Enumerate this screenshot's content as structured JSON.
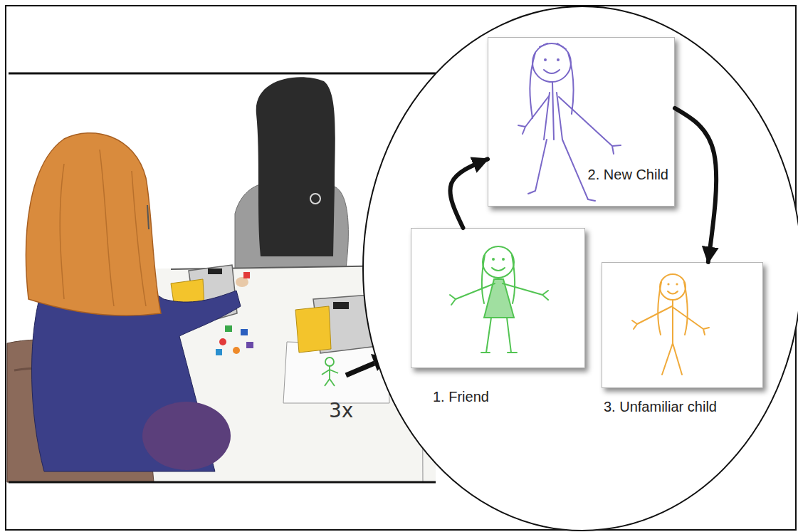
{
  "diagram": {
    "nodes": [
      {
        "text": [
          "1. Friend"
        ]
      },
      {
        "text": [
          "2. New Child"
        ]
      },
      {
        "text": [
          "3. Unfamiliar child"
        ]
      }
    ],
    "edges": [
      {
        "from": 0,
        "to": 1,
        "arrow": "to"
      },
      {
        "from": 1,
        "to": 2,
        "arrow": "to"
      }
    ],
    "labels": [
      "3x"
    ]
  }
}
